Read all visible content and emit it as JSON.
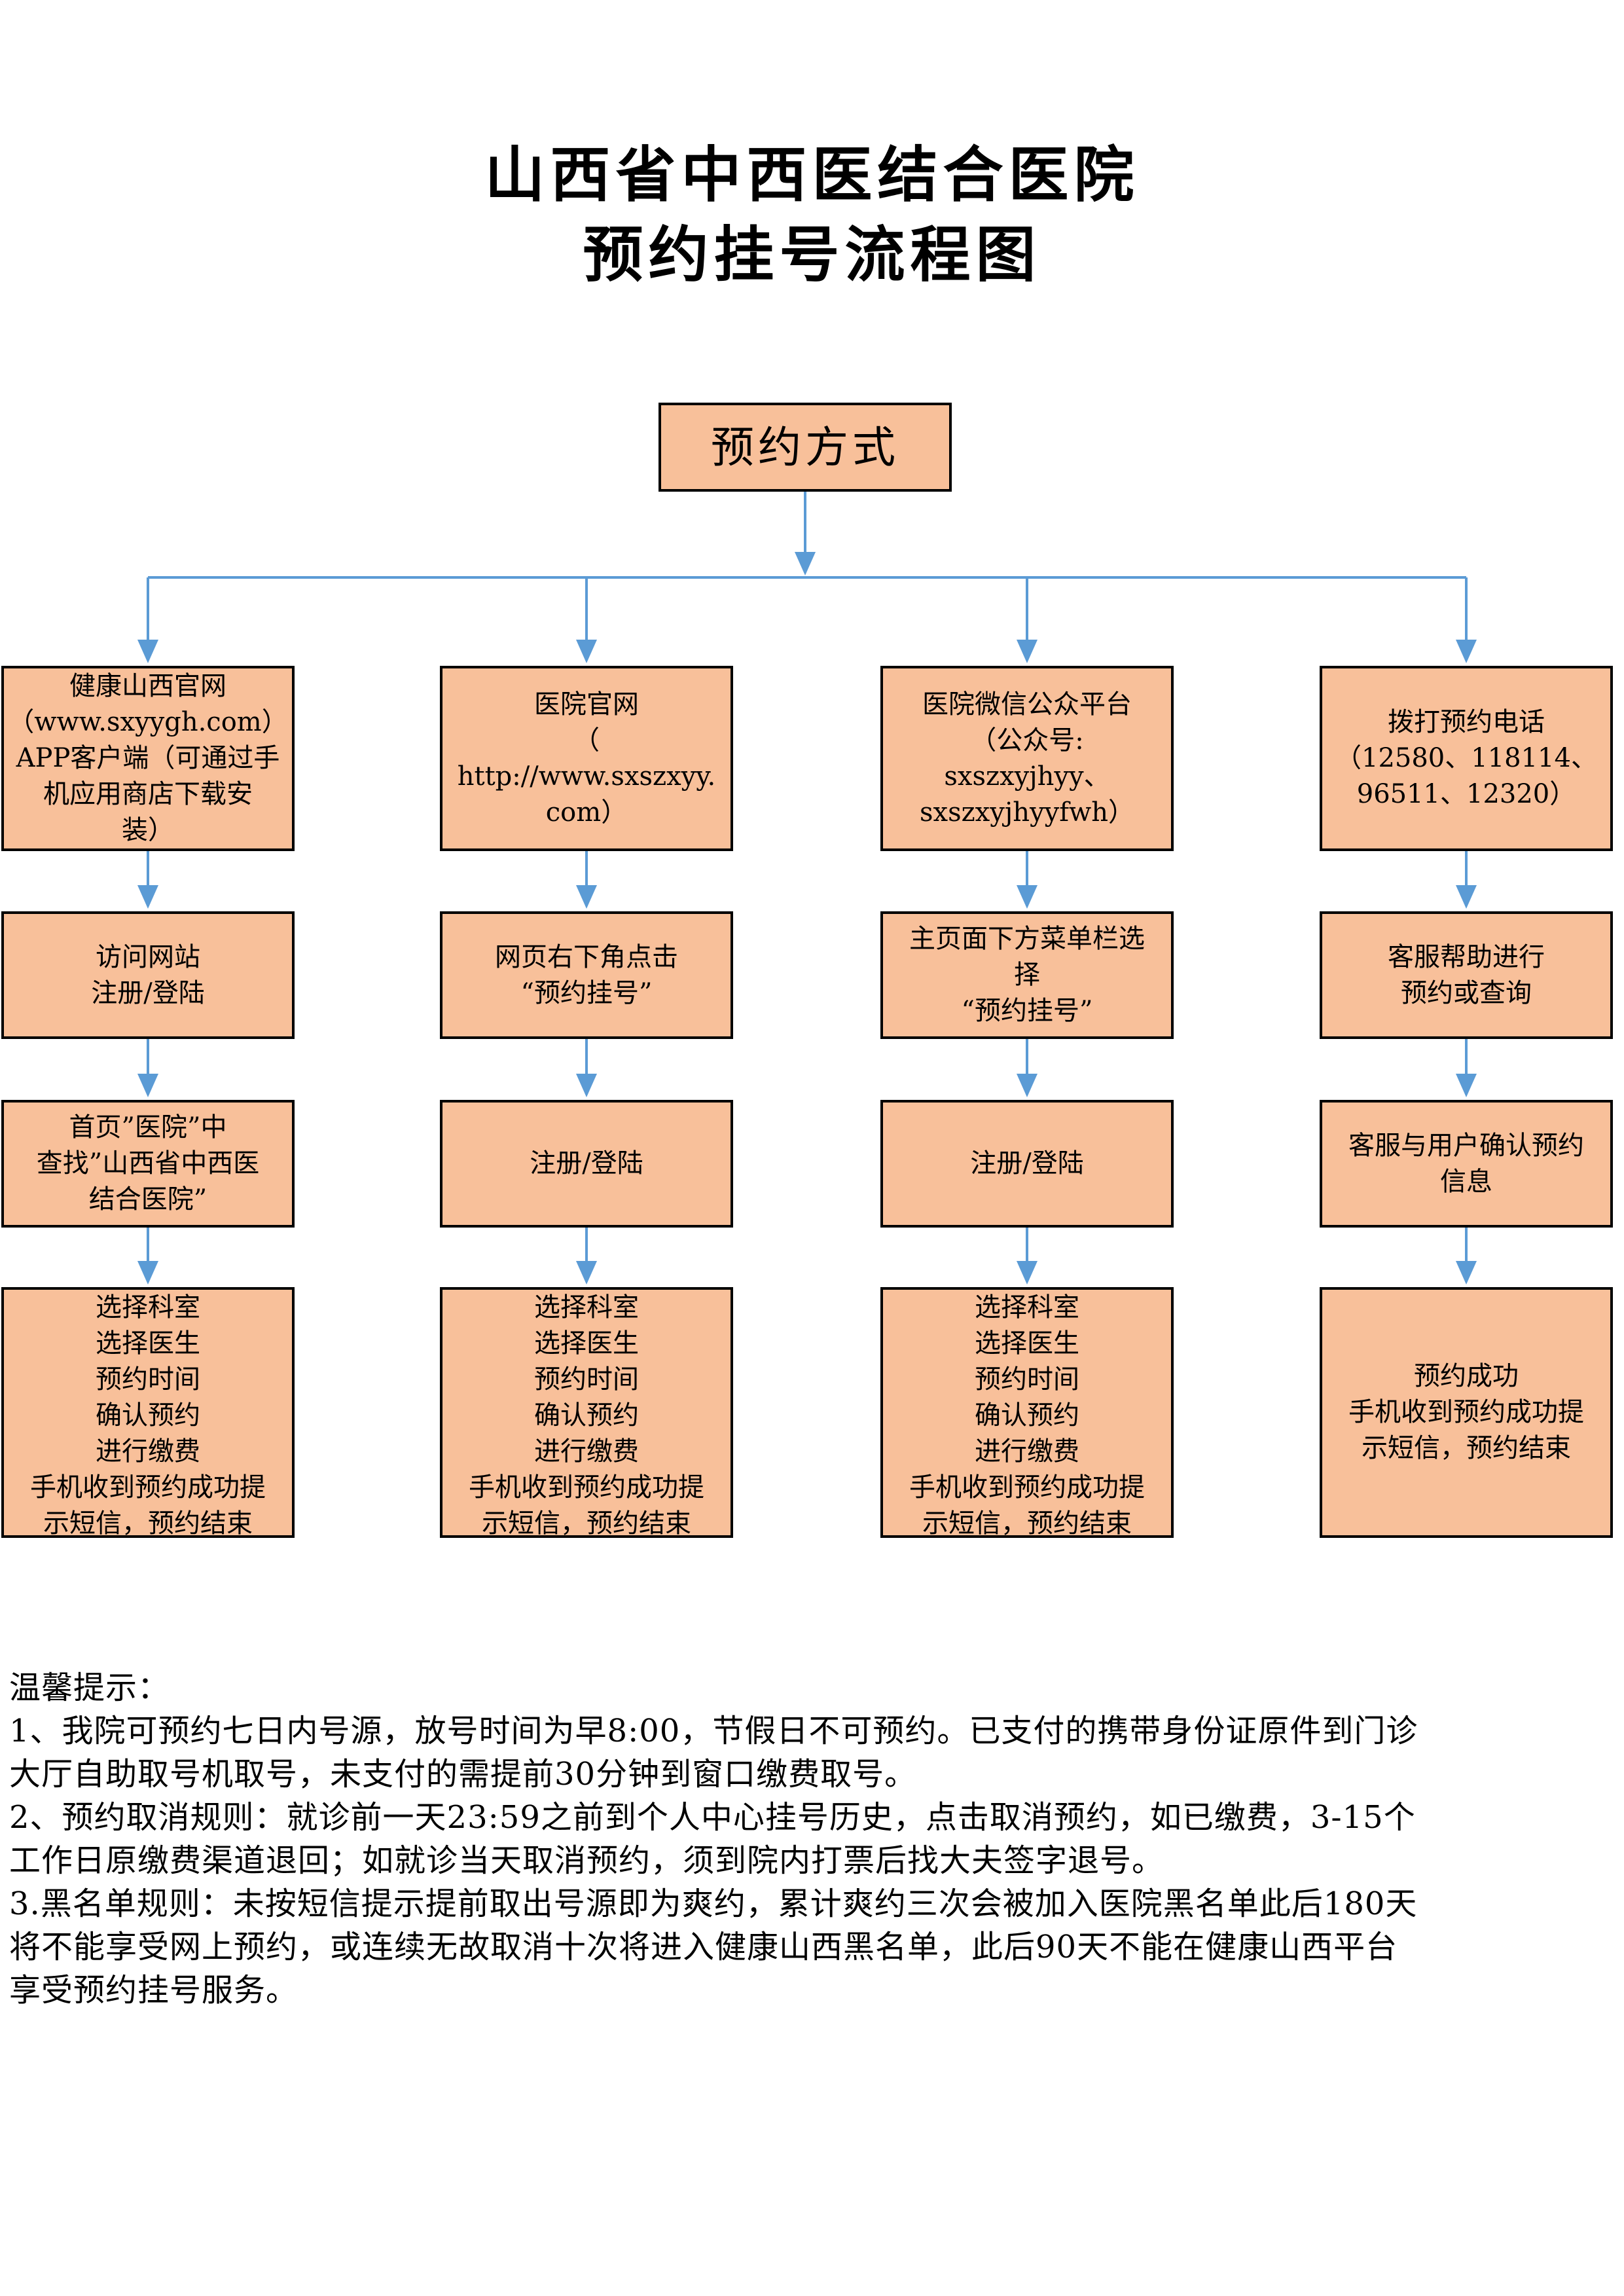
{
  "title": {
    "line1": "山西省中西医结合医院",
    "line2": "预约挂号流程图"
  },
  "root": "预约方式",
  "columns": [
    {
      "source": [
        "健康山西官网",
        "（www.sxyygh.com）",
        "APP客户端（可通过手",
        "机应用商店下载安",
        "装）"
      ],
      "step1": [
        "访问网站",
        "注册/登陆"
      ],
      "step2": [
        "首页”医院”中",
        "查找”山西省中西医",
        "结合医院”"
      ],
      "step3": [
        "选择科室",
        "选择医生",
        "预约时间",
        "确认预约",
        "进行缴费",
        "手机收到预约成功提",
        "示短信，预约结束"
      ]
    },
    {
      "source": [
        "医院官网",
        "（",
        "http://www.sxszxyy.",
        "com）"
      ],
      "step1": [
        "网页右下角点击",
        "“预约挂号”"
      ],
      "step2": [
        "注册/登陆"
      ],
      "step3": [
        "选择科室",
        "选择医生",
        "预约时间",
        "确认预约",
        "进行缴费",
        "手机收到预约成功提",
        "示短信，预约结束"
      ]
    },
    {
      "source": [
        "医院微信公众平台",
        "（公众号:",
        "sxszxyjhyy、",
        "sxszxyjhyyfwh）"
      ],
      "step1": [
        "主页面下方菜单栏选",
        "择",
        "“预约挂号”"
      ],
      "step2": [
        "注册/登陆"
      ],
      "step3": [
        "选择科室",
        "选择医生",
        "预约时间",
        "确认预约",
        "进行缴费",
        "手机收到预约成功提",
        "示短信，预约结束"
      ]
    },
    {
      "source": [
        "拨打预约电话",
        "（12580、118114、",
        "96511、12320）"
      ],
      "step1": [
        "客服帮助进行",
        "预约或查询"
      ],
      "step2": [
        "客服与用户确认预约",
        "信息"
      ],
      "step3": [
        "预约成功",
        "手机收到预约成功提",
        "示短信，预约结束"
      ]
    }
  ],
  "tips": {
    "heading": "温馨提示：",
    "lines": [
      "1、我院可预约七日内号源，放号时间为早8:00，节假日不可预约。已支付的携带身份证原件到门诊",
      "大厅自助取号机取号，未支付的需提前30分钟到窗口缴费取号。",
      "2、预约取消规则：就诊前一天23:59之前到个人中心挂号历史，点击取消预约，如已缴费，3-15个",
      "工作日原缴费渠道退回；如就诊当天取消预约，须到院内打票后找大夫签字退号。",
      "3.黑名单规则：未按短信提示提前取出号源即为爽约，累计爽约三次会被加入医院黑名单此后180天",
      "将不能享受网上预约，或连续无故取消十次将进入健康山西黑名单，此后90天不能在健康山西平台",
      "享受预约挂号服务。"
    ]
  },
  "colors": {
    "box_fill": "#f8c09a",
    "connector": "#5b9bd5"
  }
}
